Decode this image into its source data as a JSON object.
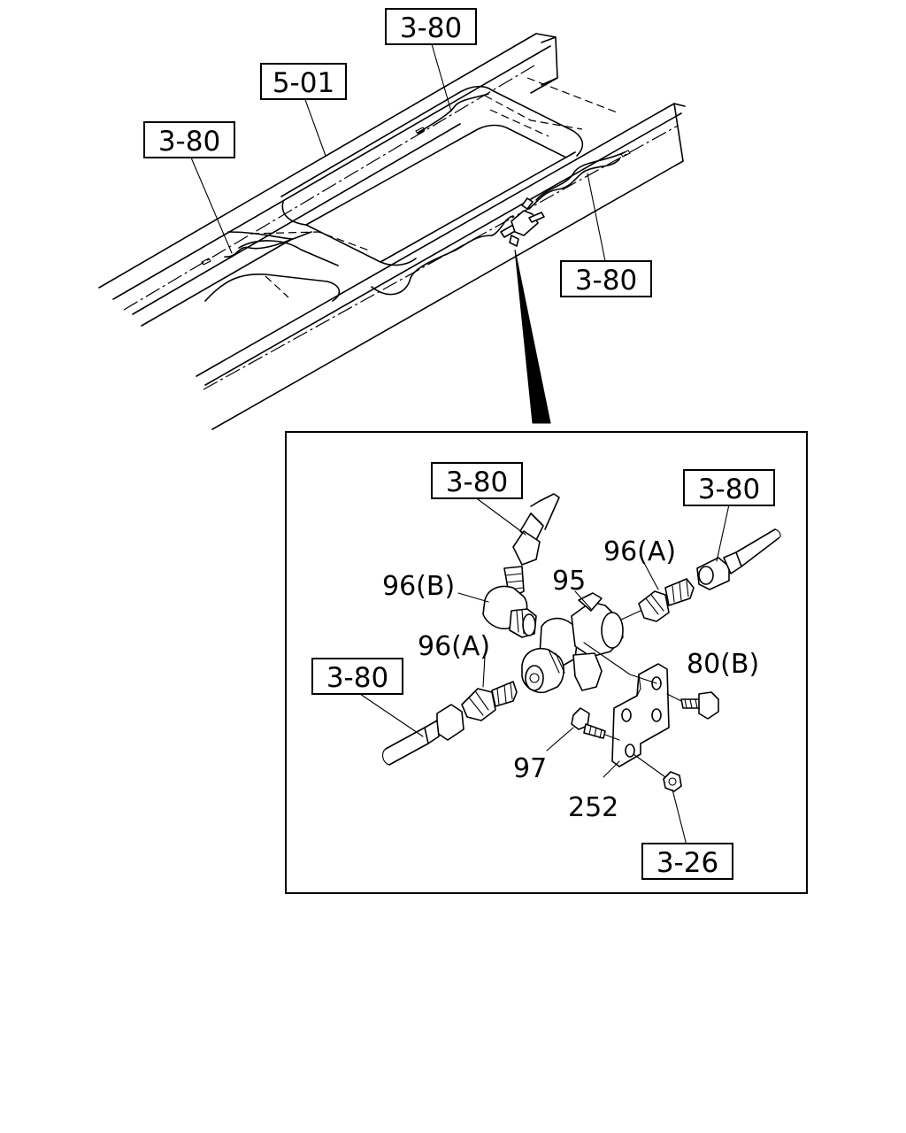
{
  "references": {
    "top_center": "3-80",
    "top_frame": "5-01",
    "top_left": "3-80",
    "top_right": "3-80",
    "detail_top": "3-80",
    "detail_right": "3-80",
    "detail_left": "3-80",
    "detail_bottom": "3-26"
  },
  "callouts": {
    "p96b": "96(B)",
    "p95": "95",
    "p96a_right": "96(A)",
    "p96a_left": "96(A)",
    "p80b": "80(B)",
    "p97": "97",
    "p252": "252"
  }
}
